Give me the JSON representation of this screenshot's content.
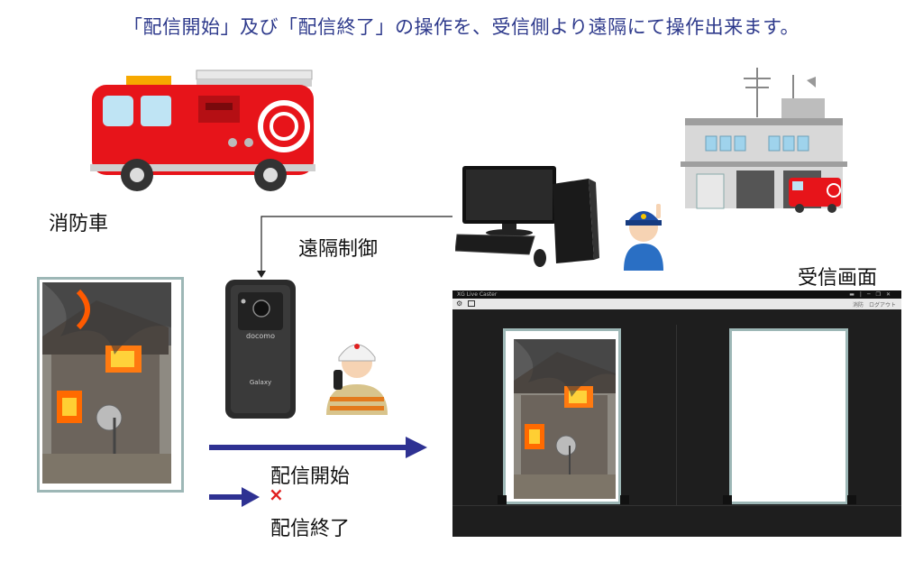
{
  "title": "「配信開始」及び「配信終了」の操作を、受信側より遠隔にて操作出来ます。",
  "labels": {
    "fire_truck": "消防車",
    "remote_control": "遠隔制御",
    "receiving_screen": "受信画面",
    "start_streaming": "配信開始",
    "end_streaming": "配信終了",
    "x_mark": "×"
  },
  "phone": {
    "brand": "docomo",
    "model": "Galaxy"
  },
  "receiver_app": {
    "window_title": "XG Live Caster",
    "toolbar_user": "消防",
    "toolbar_logout": "ログアウト",
    "window_controls": [
      "▬",
      "|",
      "─",
      "❐",
      "✕"
    ]
  },
  "colors": {
    "title": "#2e3a8c",
    "arrow": "#2e3192",
    "x_mark": "#e02020",
    "frame": "#9db7b6"
  }
}
